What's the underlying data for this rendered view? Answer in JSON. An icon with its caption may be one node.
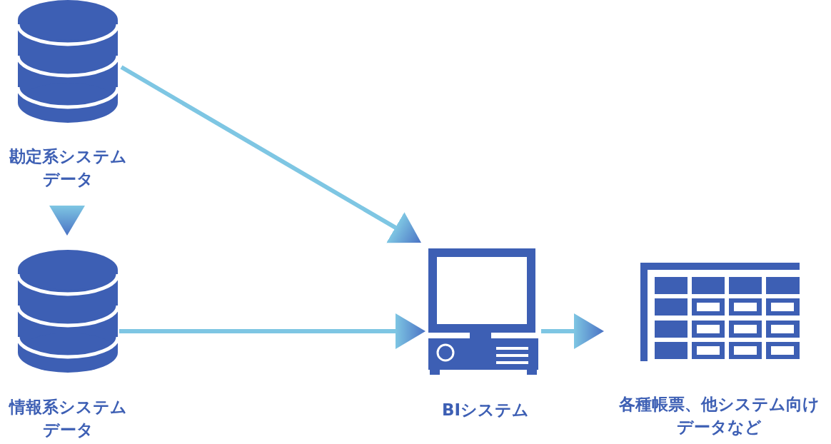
{
  "diagram": {
    "nodes": [
      {
        "text": [
          "勘定系システムデータ"
        ]
      },
      {
        "text": [
          "情報系システムデータ"
        ]
      },
      {
        "text": [
          "BIシステム"
        ]
      },
      {
        "text": [
          "各種帳票、他システム向けデータなど"
        ]
      }
    ],
    "edges": [
      {
        "from": 0,
        "to": 1,
        "arrow": "to"
      },
      {
        "from": 0,
        "to": 2,
        "arrow": "to"
      },
      {
        "from": 1,
        "to": 2,
        "arrow": "to"
      },
      {
        "from": 2,
        "to": 3,
        "arrow": "to"
      }
    ]
  }
}
